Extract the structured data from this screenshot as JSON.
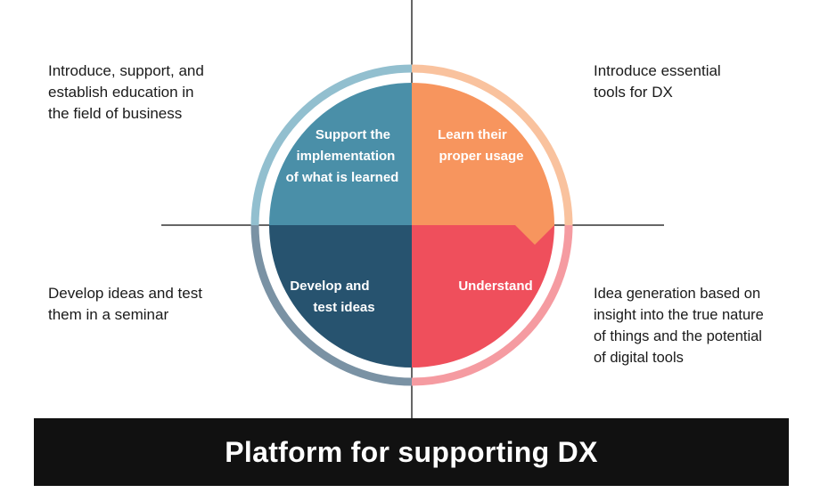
{
  "colors": {
    "top_left": "#4a8fa8",
    "top_right": "#f7955e",
    "bottom_right": "#ef4f5c",
    "bottom_left": "#27536f",
    "ring_top_left": "#92bfcf",
    "ring_top_right": "#f9c29e",
    "ring_bottom_right": "#f59ba1",
    "ring_bottom_left": "#7a92a4",
    "axis": "#333333",
    "banner_bg": "#111111"
  },
  "quadrants": {
    "top_left": {
      "lines": [
        "Support the",
        "implementation",
        "of what is learned"
      ]
    },
    "top_right": {
      "lines": [
        "Learn their",
        "proper usage"
      ]
    },
    "bottom_right": {
      "lines": [
        "Understand"
      ]
    },
    "bottom_left": {
      "lines": [
        "Develop and",
        "test ideas"
      ]
    }
  },
  "side_texts": {
    "top_left": {
      "lines": [
        "Introduce, support, and",
        "establish education in",
        "the field of business"
      ]
    },
    "top_right": {
      "lines": [
        "Introduce essential",
        "tools for DX"
      ]
    },
    "bottom_left": {
      "lines": [
        "Develop ideas and test",
        "them in a seminar"
      ]
    },
    "bottom_right": {
      "lines": [
        "Idea generation based on",
        "insight into the true nature",
        "of things and the potential",
        "of digital tools"
      ]
    }
  },
  "banner": {
    "title": "Platform for supporting DX"
  }
}
